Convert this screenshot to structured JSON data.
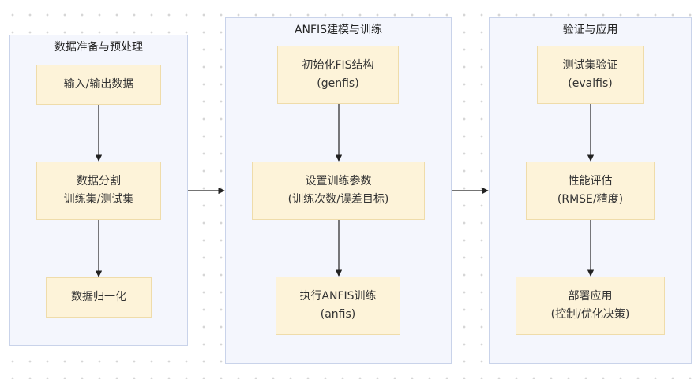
{
  "groups": [
    {
      "title": "数据准备与预处理",
      "nodes": [
        {
          "lines": [
            "输入/输出数据"
          ]
        },
        {
          "lines": [
            "数据分割",
            "训练集/测试集"
          ]
        },
        {
          "lines": [
            "数据归一化"
          ]
        }
      ]
    },
    {
      "title": "ANFIS建模与训练",
      "nodes": [
        {
          "lines": [
            "初始化FIS结构",
            "(genfis)"
          ]
        },
        {
          "lines": [
            "设置训练参数",
            "(训练次数/误差目标)"
          ]
        },
        {
          "lines": [
            "执行ANFIS训练",
            "(anfis)"
          ]
        }
      ]
    },
    {
      "title": "验证与应用",
      "nodes": [
        {
          "lines": [
            "测试集验证",
            "(evalfis)"
          ]
        },
        {
          "lines": [
            "性能评估",
            "(RMSE/精度)"
          ]
        },
        {
          "lines": [
            "部署应用",
            "(控制/优化决策)"
          ]
        }
      ]
    }
  ]
}
